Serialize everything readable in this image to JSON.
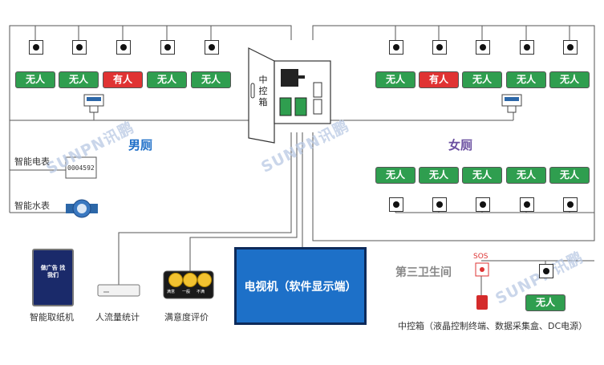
{
  "central_box": {
    "label": "中控箱"
  },
  "male": {
    "title": "男厕",
    "stalls": [
      {
        "status": "无人",
        "occupied": false
      },
      {
        "status": "无人",
        "occupied": false
      },
      {
        "status": "有人",
        "occupied": true
      },
      {
        "status": "无人",
        "occupied": false
      },
      {
        "status": "无人",
        "occupied": false
      }
    ]
  },
  "female": {
    "title": "女厕",
    "top_stalls": [
      {
        "status": "无人",
        "occupied": false
      },
      {
        "status": "有人",
        "occupied": true
      },
      {
        "status": "无人",
        "occupied": false
      },
      {
        "status": "无人",
        "occupied": false
      },
      {
        "status": "无人",
        "occupied": false
      }
    ],
    "bottom_stalls": [
      {
        "status": "无人",
        "occupied": false
      },
      {
        "status": "无人",
        "occupied": false
      },
      {
        "status": "无人",
        "occupied": false
      },
      {
        "status": "无人",
        "occupied": false
      },
      {
        "status": "无人",
        "occupied": false
      }
    ]
  },
  "third_restroom": {
    "title": "第三卫生间",
    "sos_label": "SOS",
    "status": "无人"
  },
  "devices": {
    "electric_meter": {
      "label": "智能电表",
      "reading": "0004592"
    },
    "water_meter": {
      "label": "智能水表"
    },
    "paper_dispenser": {
      "label": "智能取纸机",
      "screen_text": "做广告 找我们"
    },
    "traffic_counter": {
      "label": "人流量统计"
    },
    "satisfaction": {
      "label": "满意度评价",
      "options": [
        "满意",
        "一般",
        "不满"
      ]
    },
    "tv": {
      "label": "电视机（软件显示端）"
    }
  },
  "footnote": "中控箱（液晶控制终端、数据采集盒、DC电源）",
  "watermark": "SUNPN讯鹏",
  "colors": {
    "free": "#2f9e4f",
    "occupied": "#e03333",
    "tv": "#1d70c8",
    "title_male": "#1f6fc8",
    "title_female": "#6a4fa0"
  }
}
